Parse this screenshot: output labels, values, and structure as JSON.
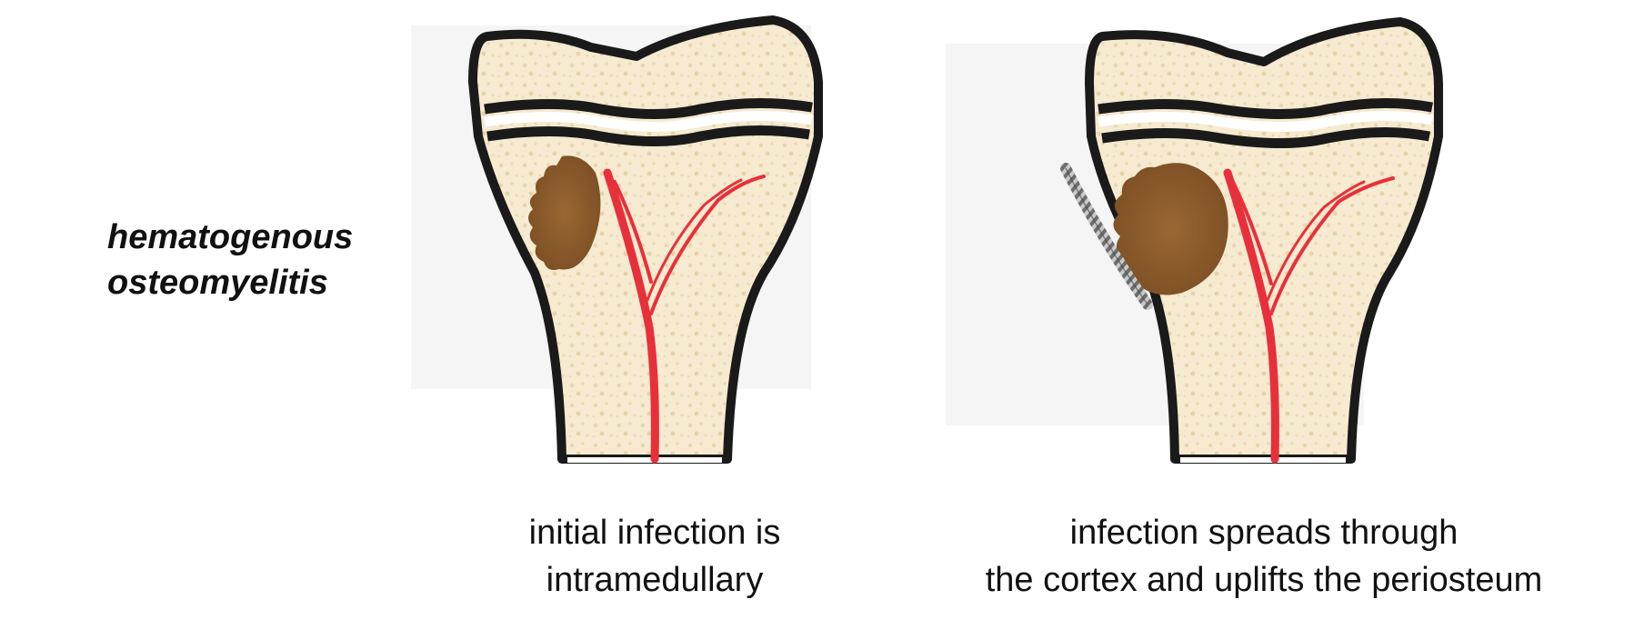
{
  "title": {
    "line1": "hematogenous",
    "line2": "osteomyelitis"
  },
  "panels": [
    {
      "caption_lines": [
        "initial infection is",
        "intramedullary"
      ]
    },
    {
      "caption_lines": [
        "infection spreads through",
        "the cortex and uplifts the periosteum"
      ]
    }
  ],
  "colors": {
    "bone_fill": "#f6ead0",
    "bone_speckle": "#e6d3a6",
    "outline": "#1a1a1a",
    "vessel": "#e8303a",
    "abscess": "#8a5a2b",
    "periosteum": "#8a8a8a",
    "panel_bg": "#f5f5f5"
  }
}
